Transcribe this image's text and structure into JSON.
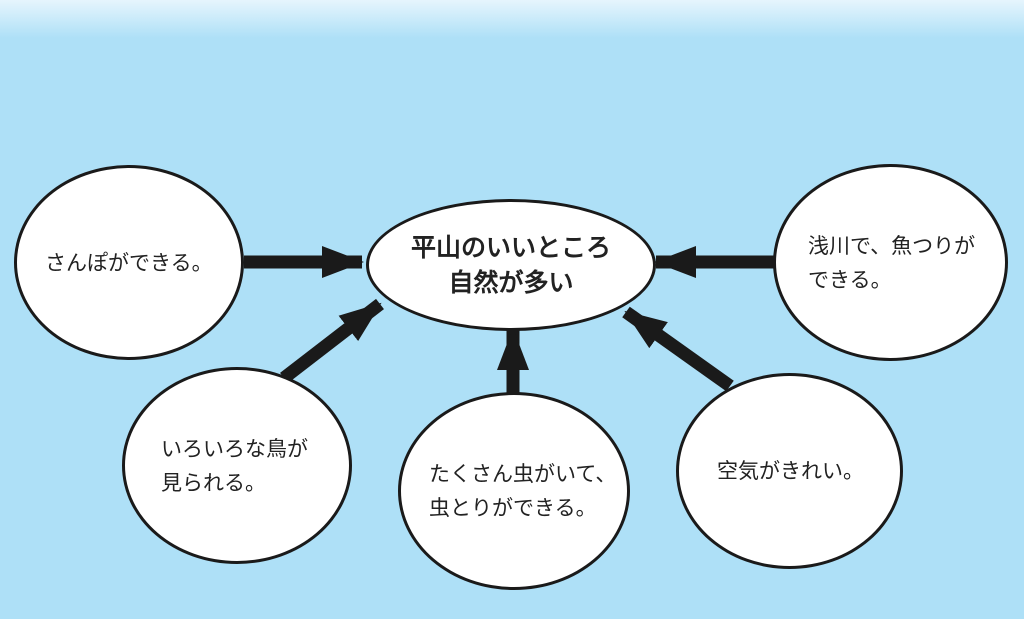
{
  "center": {
    "lines": [
      "平山のいいところ",
      "自然が多い"
    ]
  },
  "bubbles": {
    "sanpo": {
      "lines": [
        "さんぽができる。"
      ]
    },
    "birds": {
      "lines": [
        "いろいろな鳥が",
        "見られる。"
      ]
    },
    "insects": {
      "lines": [
        "たくさん虫がいて、",
        "虫とりができる。"
      ]
    },
    "air": {
      "lines": [
        "空気がきれい。"
      ]
    },
    "fishing": {
      "lines": [
        "浅川で、魚つりが",
        "できる。"
      ]
    }
  },
  "colors": {
    "background": "#aee0f7",
    "bubble_fill": "#ffffff",
    "outline": "#1a1a1a"
  }
}
